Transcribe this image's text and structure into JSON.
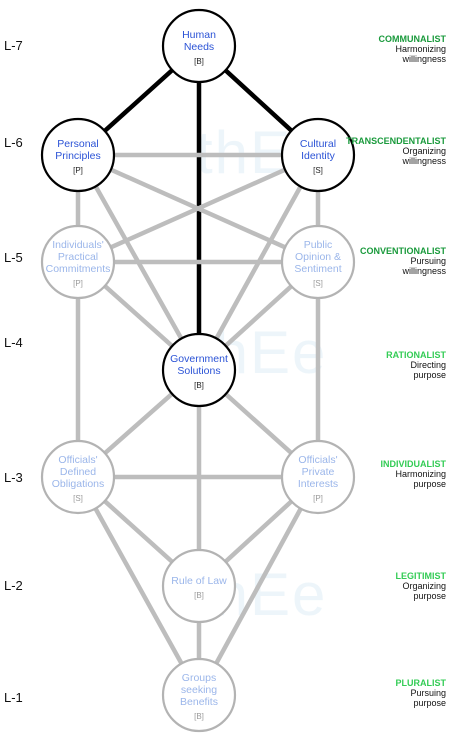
{
  "levels": [
    {
      "label": "L-7",
      "category": "COMMUNALIST",
      "desc1": "Harmonizing",
      "desc2": "willingness",
      "color": "#1a9a3c"
    },
    {
      "label": "L-6",
      "category": "TRANSCENDENTALIST",
      "desc1": "Organizing",
      "desc2": "willingness",
      "color": "#1a9a3c"
    },
    {
      "label": "L-5",
      "category": "CONVENTIONALIST",
      "desc1": "Pursuing",
      "desc2": "willingness",
      "color": "#1a9a3c"
    },
    {
      "label": "L-4",
      "category": "RATIONALIST",
      "desc1": "Directing",
      "desc2": "purpose",
      "color": "#33cc55"
    },
    {
      "label": "L-3",
      "category": "INDIVIDUALIST",
      "desc1": "Harmonizing",
      "desc2": "purpose",
      "color": "#33cc55"
    },
    {
      "label": "L-2",
      "category": "LEGITIMIST",
      "desc1": "Organizing",
      "desc2": "purpose",
      "color": "#33cc55"
    },
    {
      "label": "L-1",
      "category": "PLURALIST",
      "desc1": "Pursuing",
      "desc2": "purpose",
      "color": "#33cc55"
    }
  ],
  "nodes": [
    {
      "id": "human-needs",
      "title": "Human\nNeeds",
      "tag": "[B]",
      "active": true
    },
    {
      "id": "personal-principles",
      "title": "Personal\nPrinciples",
      "tag": "[P]",
      "active": true
    },
    {
      "id": "cultural-identity",
      "title": "Cultural\nIdentity",
      "tag": "[S]",
      "active": true
    },
    {
      "id": "individuals-practical-commitments",
      "title": "Individuals'\nPractical\nCommitments",
      "tag": "[P]",
      "active": false
    },
    {
      "id": "public-opinion-sentiment",
      "title": "Public\nOpinion &\nSentiment",
      "tag": "[S]",
      "active": false
    },
    {
      "id": "government-solutions",
      "title": "Government\nSolutions",
      "tag": "[B]",
      "active": true
    },
    {
      "id": "officials-defined-obligations",
      "title": "Officials'\nDefined\nObligations",
      "tag": "[S]",
      "active": false
    },
    {
      "id": "officials-private-interests",
      "title": "Officials'\nPrivate\nInterests",
      "tag": "[P]",
      "active": false
    },
    {
      "id": "rule-of-law",
      "title": "Rule of Law",
      "tag": "[B]",
      "active": false
    },
    {
      "id": "groups-seeking-benefits",
      "title": "Groups\nseeking\nBenefits",
      "tag": "[B]",
      "active": false
    }
  ],
  "edges": [
    {
      "from": "human-needs",
      "to": "personal-principles",
      "bold": true
    },
    {
      "from": "human-needs",
      "to": "cultural-identity",
      "bold": true
    },
    {
      "from": "human-needs",
      "to": "government-solutions",
      "bold": true
    },
    {
      "from": "personal-principles",
      "to": "cultural-identity",
      "bold": false
    },
    {
      "from": "personal-principles",
      "to": "individuals-practical-commitments",
      "bold": false
    },
    {
      "from": "personal-principles",
      "to": "government-solutions",
      "bold": false
    },
    {
      "from": "personal-principles",
      "to": "public-opinion-sentiment",
      "bold": false
    },
    {
      "from": "cultural-identity",
      "to": "public-opinion-sentiment",
      "bold": false
    },
    {
      "from": "cultural-identity",
      "to": "government-solutions",
      "bold": false
    },
    {
      "from": "cultural-identity",
      "to": "individuals-practical-commitments",
      "bold": false
    },
    {
      "from": "individuals-practical-commitments",
      "to": "public-opinion-sentiment",
      "bold": false
    },
    {
      "from": "individuals-practical-commitments",
      "to": "government-solutions",
      "bold": false
    },
    {
      "from": "individuals-practical-commitments",
      "to": "officials-defined-obligations",
      "bold": false
    },
    {
      "from": "public-opinion-sentiment",
      "to": "government-solutions",
      "bold": false
    },
    {
      "from": "public-opinion-sentiment",
      "to": "officials-private-interests",
      "bold": false
    },
    {
      "from": "government-solutions",
      "to": "officials-defined-obligations",
      "bold": false
    },
    {
      "from": "government-solutions",
      "to": "officials-private-interests",
      "bold": false
    },
    {
      "from": "government-solutions",
      "to": "rule-of-law",
      "bold": false
    },
    {
      "from": "officials-defined-obligations",
      "to": "officials-private-interests",
      "bold": false
    },
    {
      "from": "officials-defined-obligations",
      "to": "rule-of-law",
      "bold": false
    },
    {
      "from": "officials-defined-obligations",
      "to": "groups-seeking-benefits",
      "bold": false
    },
    {
      "from": "officials-private-interests",
      "to": "rule-of-law",
      "bold": false
    },
    {
      "from": "officials-private-interests",
      "to": "groups-seeking-benefits",
      "bold": false
    },
    {
      "from": "rule-of-law",
      "to": "groups-seeking-benefits",
      "bold": false
    }
  ],
  "watermark": "thEe",
  "colors": {
    "active_stroke": "#000000",
    "inactive_stroke": "#b3b3b3",
    "active_text": "#2b53d6",
    "inactive_text": "#9bb6ea",
    "active_tag": "#222222",
    "inactive_tag": "#9a9a9a",
    "edge_bold": "#000000",
    "edge_normal": "#bdbdbd"
  }
}
